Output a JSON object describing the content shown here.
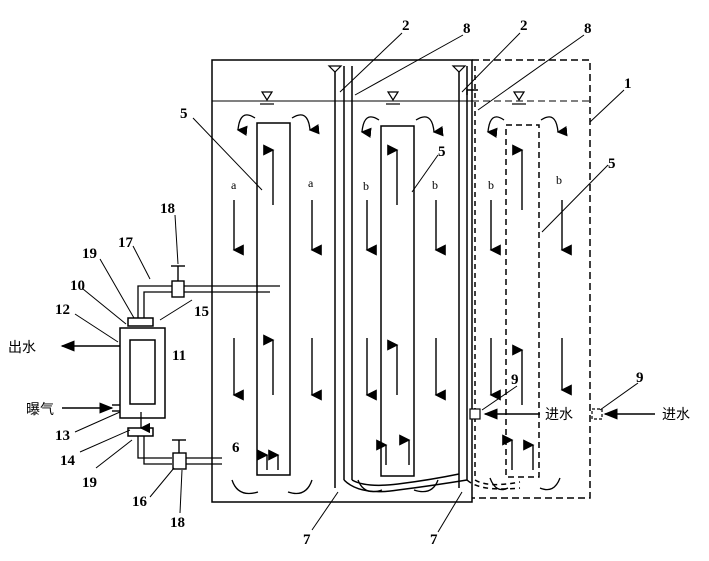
{
  "labels": {
    "n1": "1",
    "n2a": "2",
    "n2b": "2",
    "n8a": "8",
    "n8b": "8",
    "n5a": "5",
    "n5b": "5",
    "n5c": "5",
    "n6": "6",
    "n7a": "7",
    "n7b": "7",
    "n9a": "9",
    "n9b": "9",
    "n10": "10",
    "n11": "11",
    "n12": "12",
    "n13": "13",
    "n14": "14",
    "n15": "15",
    "n16": "16",
    "n17": "17",
    "n18a": "18",
    "n18b": "18",
    "n19a": "19",
    "n19b": "19"
  },
  "flow_letters": {
    "a1": "a",
    "a2": "a",
    "b1": "b",
    "b2": "b",
    "b3": "b",
    "b4": "b"
  },
  "text": {
    "outlet": "出水",
    "aeration": "曝气",
    "inlet_inner": "进水",
    "inlet_outer": "进水"
  }
}
